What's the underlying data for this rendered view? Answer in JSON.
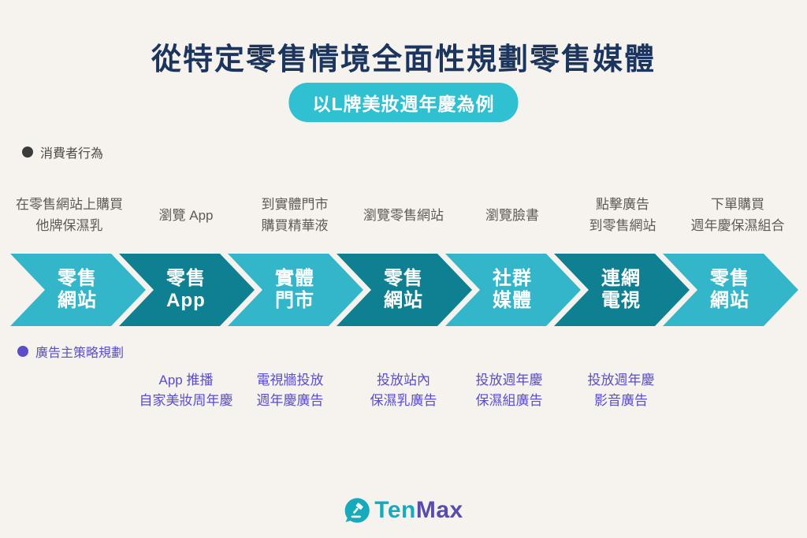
{
  "title": "從特定零售情境全面性規劃零售媒體",
  "subtitle": "以L牌美妝週年慶為例",
  "colors": {
    "background": "#f6f2ed",
    "title_navy": "#1b355e",
    "pill_teal": "#2fc0d2",
    "arrow_light_teal": "#33b6ca",
    "arrow_dark_teal": "#0f7f92",
    "behavior_gray": "#5e5a55",
    "strategy_purple": "#5a4ec9",
    "logo_teal": "#17a9bc",
    "logo_purple": "#5a4caf"
  },
  "consumer_section": {
    "label": "消費者行為"
  },
  "behaviors": [
    {
      "line1": "在零售網站上購買",
      "line2": "他牌保濕乳"
    },
    {
      "line1": "瀏覽 App",
      "line2": ""
    },
    {
      "line1": "到實體門市",
      "line2": "購買精華液"
    },
    {
      "line1": "瀏覽零售網站",
      "line2": ""
    },
    {
      "line1": "瀏覽臉書",
      "line2": ""
    },
    {
      "line1": "點擊廣告",
      "line2": "到零售網站"
    },
    {
      "line1": "下單購買",
      "line2": "週年慶保濕組合"
    }
  ],
  "stages": [
    {
      "line1": "零售",
      "line2": "網站",
      "tone": "light"
    },
    {
      "line1": "零售",
      "line2": "App",
      "tone": "dark"
    },
    {
      "line1": "實體",
      "line2": "門市",
      "tone": "light"
    },
    {
      "line1": "零售",
      "line2": "網站",
      "tone": "dark"
    },
    {
      "line1": "社群",
      "line2": "媒體",
      "tone": "light"
    },
    {
      "line1": "連網",
      "line2": "電視",
      "tone": "dark"
    },
    {
      "line1": "零售",
      "line2": "網站",
      "tone": "light"
    }
  ],
  "advertiser_section": {
    "label": "廣告主策略規劃"
  },
  "strategies": [
    {
      "line1": "App 推播",
      "line2": "自家美妝周年慶"
    },
    {
      "line1": "電視牆投放",
      "line2": "週年慶廣告"
    },
    {
      "line1": "投放站內",
      "line2": "保濕乳廣告"
    },
    {
      "line1": "投放週年慶",
      "line2": "保濕組廣告"
    },
    {
      "line1": "投放週年慶",
      "line2": "影音廣告"
    }
  ],
  "logo": {
    "text_primary": "Ten",
    "text_secondary": "Max",
    "icon": "gavel-icon"
  }
}
